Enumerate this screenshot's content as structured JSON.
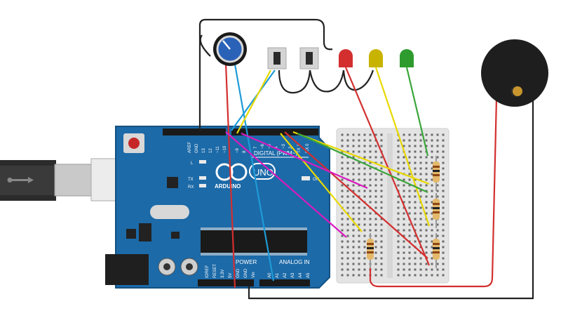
{
  "board": {
    "brand": "ARDUINO",
    "model": "UNO",
    "digital_label": "DIGITAL (PWM~)",
    "power_label": "POWER",
    "analog_label": "ANALOG IN",
    "on_label": "ON",
    "led_labels": [
      "L",
      "TX",
      "RX"
    ],
    "top_pin_labels": [
      "AREF",
      "GND",
      "13",
      "12",
      "~11",
      "~10",
      "~9",
      "8",
      "7",
      "~6",
      "~5",
      "4",
      "~3",
      "2",
      "TX 1",
      "RX 0"
    ],
    "power_pin_labels": [
      "IOREF",
      "RESET",
      "3.3V",
      "5V",
      "GND",
      "GND",
      "Vin"
    ],
    "analog_pin_labels": [
      "A0",
      "A1",
      "A2",
      "A3",
      "A4",
      "A5"
    ]
  },
  "components": {
    "potentiometer": "potentiometer",
    "buttons": 2,
    "leds": [
      {
        "color": "#d32f2f"
      },
      {
        "color": "#c8b400"
      },
      {
        "color": "#2e9b2e"
      }
    ],
    "piezo": "piezo buzzer"
  },
  "wire_colors": {
    "black": "#222222",
    "red": "#d32f2f",
    "yellow": "#e8d800",
    "green": "#3aa63a",
    "blue": "#1e9bd7",
    "magenta": "#d81bbf"
  }
}
